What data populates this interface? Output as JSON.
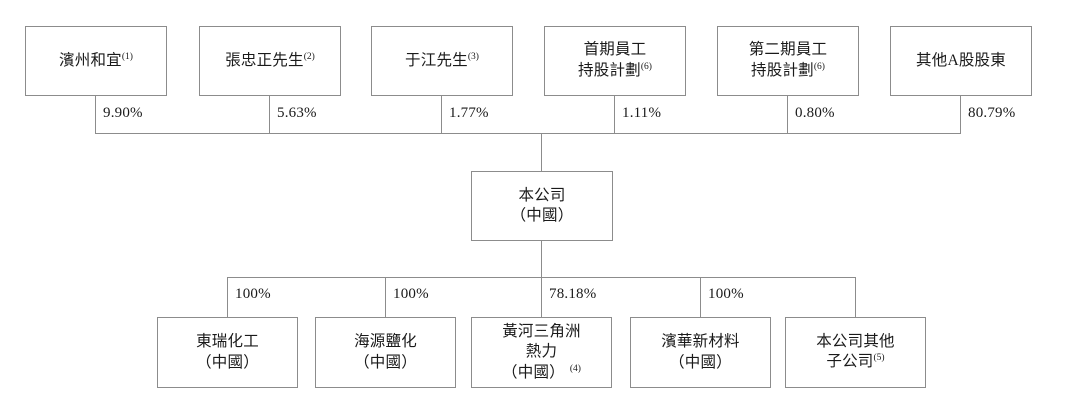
{
  "diagram": {
    "title": "Shareholding and group structure chart",
    "colors": {
      "line": "#8c8c8c",
      "text": "#1a1a1a",
      "background": "#ffffff"
    },
    "shareholders": [
      {
        "name": "binzhou-heyi",
        "line1": "濱州和宜",
        "line2": "",
        "note": "(1)",
        "percent": "9.90%"
      },
      {
        "name": "mr-zhang-zhongzheng",
        "line1": "張忠正先生",
        "line2": "",
        "note": "(2)",
        "percent": "5.63%"
      },
      {
        "name": "mr-yu-jiang",
        "line1": "于江先生",
        "line2": "",
        "note": "(3)",
        "percent": "1.77%"
      },
      {
        "name": "first-employee-share-plan",
        "line1": "首期員工",
        "line2": "持股計劃",
        "note": "(6)",
        "percent": "1.11%"
      },
      {
        "name": "second-employee-share-plan",
        "line1": "第二期員工",
        "line2": "持股計劃",
        "note": "(6)",
        "percent": "0.80%"
      },
      {
        "name": "other-a-share-holders",
        "line1": "其他A股股東",
        "line2": "",
        "note": "",
        "percent": "80.79%"
      }
    ],
    "company": {
      "name": "the-company",
      "line1": "本公司",
      "line2": "（中國）"
    },
    "subsidiaries": [
      {
        "name": "dongrui-chemical",
        "line1": "東瑞化工",
        "line2": "（中國）",
        "line3": "",
        "note": "",
        "note_separate": "",
        "percent": "100%"
      },
      {
        "name": "haiyuan-salt-chemical",
        "line1": "海源鹽化",
        "line2": "（中國）",
        "line3": "",
        "note": "",
        "note_separate": "",
        "percent": "100%"
      },
      {
        "name": "yellow-river-delta-thermal-power",
        "line1": "黃河三角洲",
        "line2": "熱力",
        "line3": "（中國）",
        "note": "",
        "note_separate": "(4)",
        "percent": "78.18%"
      },
      {
        "name": "binhua-new-material",
        "line1": "濱華新材料",
        "line2": "（中國）",
        "line3": "",
        "note": "",
        "note_separate": "",
        "percent": "100%"
      },
      {
        "name": "other-subsidiaries-of-the-company",
        "line1": "本公司其他",
        "line2": "子公司",
        "line3": "",
        "note": "(5)",
        "note_separate": "",
        "percent": ""
      }
    ]
  }
}
